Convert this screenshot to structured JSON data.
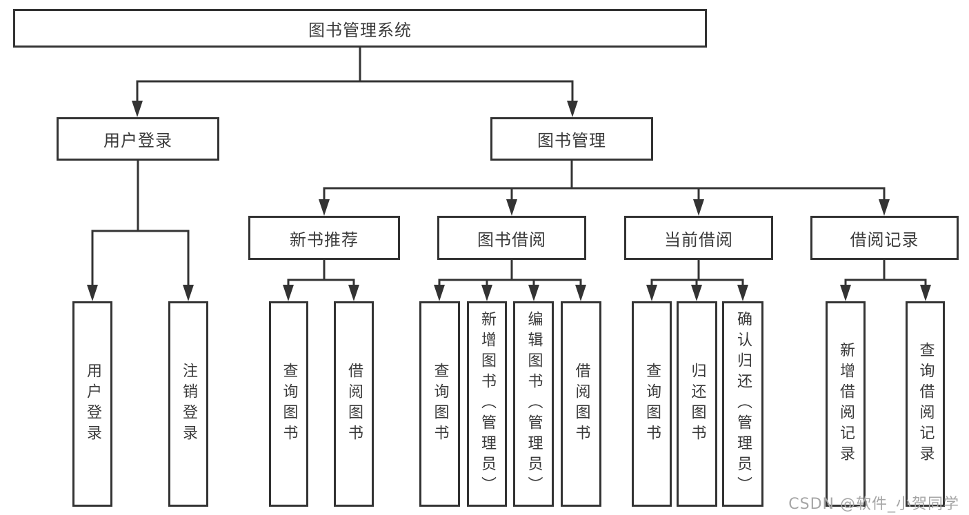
{
  "diagram": {
    "colors": {
      "line": "#333333",
      "text": "#3a3a3a",
      "watermark": "#a6a6a6",
      "bg": "#ffffff"
    },
    "watermark": "CSDN @软件_小贺同学",
    "tree": {
      "label": "图书管理系统",
      "children": [
        {
          "label": "用户登录",
          "children": [
            {
              "label": "用户登录"
            },
            {
              "label": "注销登录"
            }
          ]
        },
        {
          "label": "图书管理",
          "children": [
            {
              "label": "新书推荐",
              "children": [
                {
                  "label": "查询图书"
                },
                {
                  "label": "借阅图书"
                }
              ]
            },
            {
              "label": "图书借阅",
              "children": [
                {
                  "label": "查询图书"
                },
                {
                  "label": "新增图书（管理员）"
                },
                {
                  "label": "编辑图书（管理员）"
                },
                {
                  "label": "借阅图书"
                }
              ]
            },
            {
              "label": "当前借阅",
              "children": [
                {
                  "label": "查询图书"
                },
                {
                  "label": "归还图书"
                },
                {
                  "label": "确认归还（管理员）"
                }
              ]
            },
            {
              "label": "借阅记录",
              "children": [
                {
                  "label": "新增借阅记录"
                },
                {
                  "label": "查询借阅记录"
                }
              ]
            }
          ]
        }
      ]
    }
  }
}
